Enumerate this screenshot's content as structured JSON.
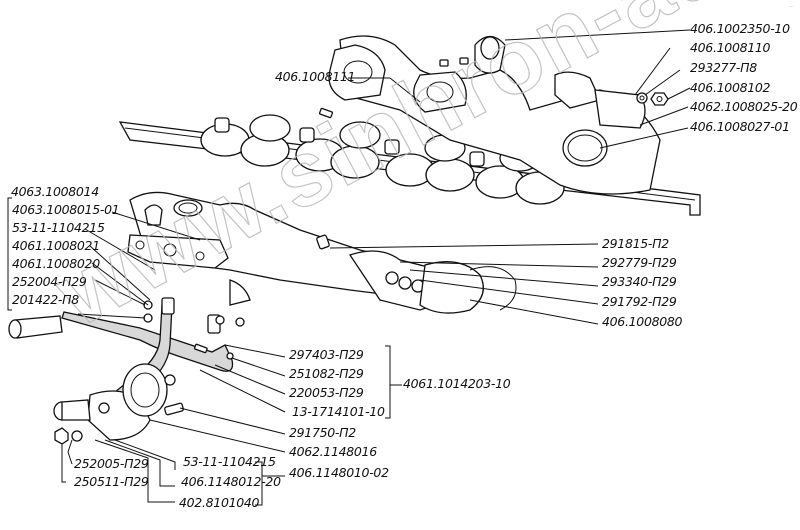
{
  "diagram": {
    "title": "",
    "watermark": "www.sinhron-auto.kz",
    "corner_mark": "…",
    "labels": {
      "top_right": [
        "406.1002350-10",
        "406.1008110",
        "293277-П8",
        "406.1008102",
        "4062.1008025-20",
        "406.1008027-01"
      ],
      "top_middle": [
        "406.1008111"
      ],
      "left_group": {
        "group_label": "4063.1008014",
        "items": [
          "4063.1008015-01",
          "53-11-1104215",
          "4061.1008021",
          "4061.1008020",
          "252004-П29",
          "201422-П8"
        ]
      },
      "right_middle": [
        "291815-П2",
        "292779-П29",
        "293340-П29",
        "291792-П29",
        "406.1008080"
      ],
      "hose_group": {
        "items": [
          "297403-П29",
          "251082-П29",
          "220053-П29",
          "13-1714101-10"
        ],
        "group_label": "4061.1014203-10"
      },
      "bottom_middle": [
        "291750-П2",
        "4062.1148016"
      ],
      "bottom_group": {
        "items": [
          "53-11-1104215",
          "406.1148012-20",
          "402.8101040"
        ],
        "group_label": "406.1148010-02"
      },
      "bottom_left": [
        "252005-П29",
        "250511-П29"
      ]
    }
  }
}
